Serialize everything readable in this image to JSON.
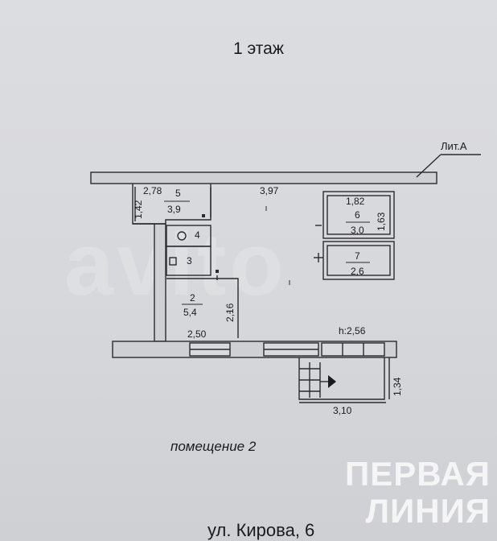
{
  "plan": {
    "title": "1 этаж",
    "building_label": "Лит.А",
    "ceiling_height": "h:2,56",
    "caption": "помещение 2",
    "street": "ул. Кирова, 6"
  },
  "dimensions": {
    "room5_width": "2,78",
    "room5_height": "1,42",
    "main_width": "3,97",
    "room6_width": "1,82",
    "room6_height": "1,63",
    "room2_height": "2,16",
    "room2_width": "2,50",
    "porch_width": "3,10",
    "porch_height": "1,34"
  },
  "rooms": [
    {
      "number": "5",
      "area": "3,9"
    },
    {
      "number": "6",
      "area": "3,0"
    },
    {
      "number": "4",
      "area": ""
    },
    {
      "number": "3",
      "area": ""
    },
    {
      "number": "7",
      "area": "2,6"
    },
    {
      "number": "2",
      "area": "5,4"
    }
  ],
  "brand": {
    "line1": "ПЕРВАЯ",
    "line2": "ЛИНИЯ",
    "watermark": "avito"
  }
}
